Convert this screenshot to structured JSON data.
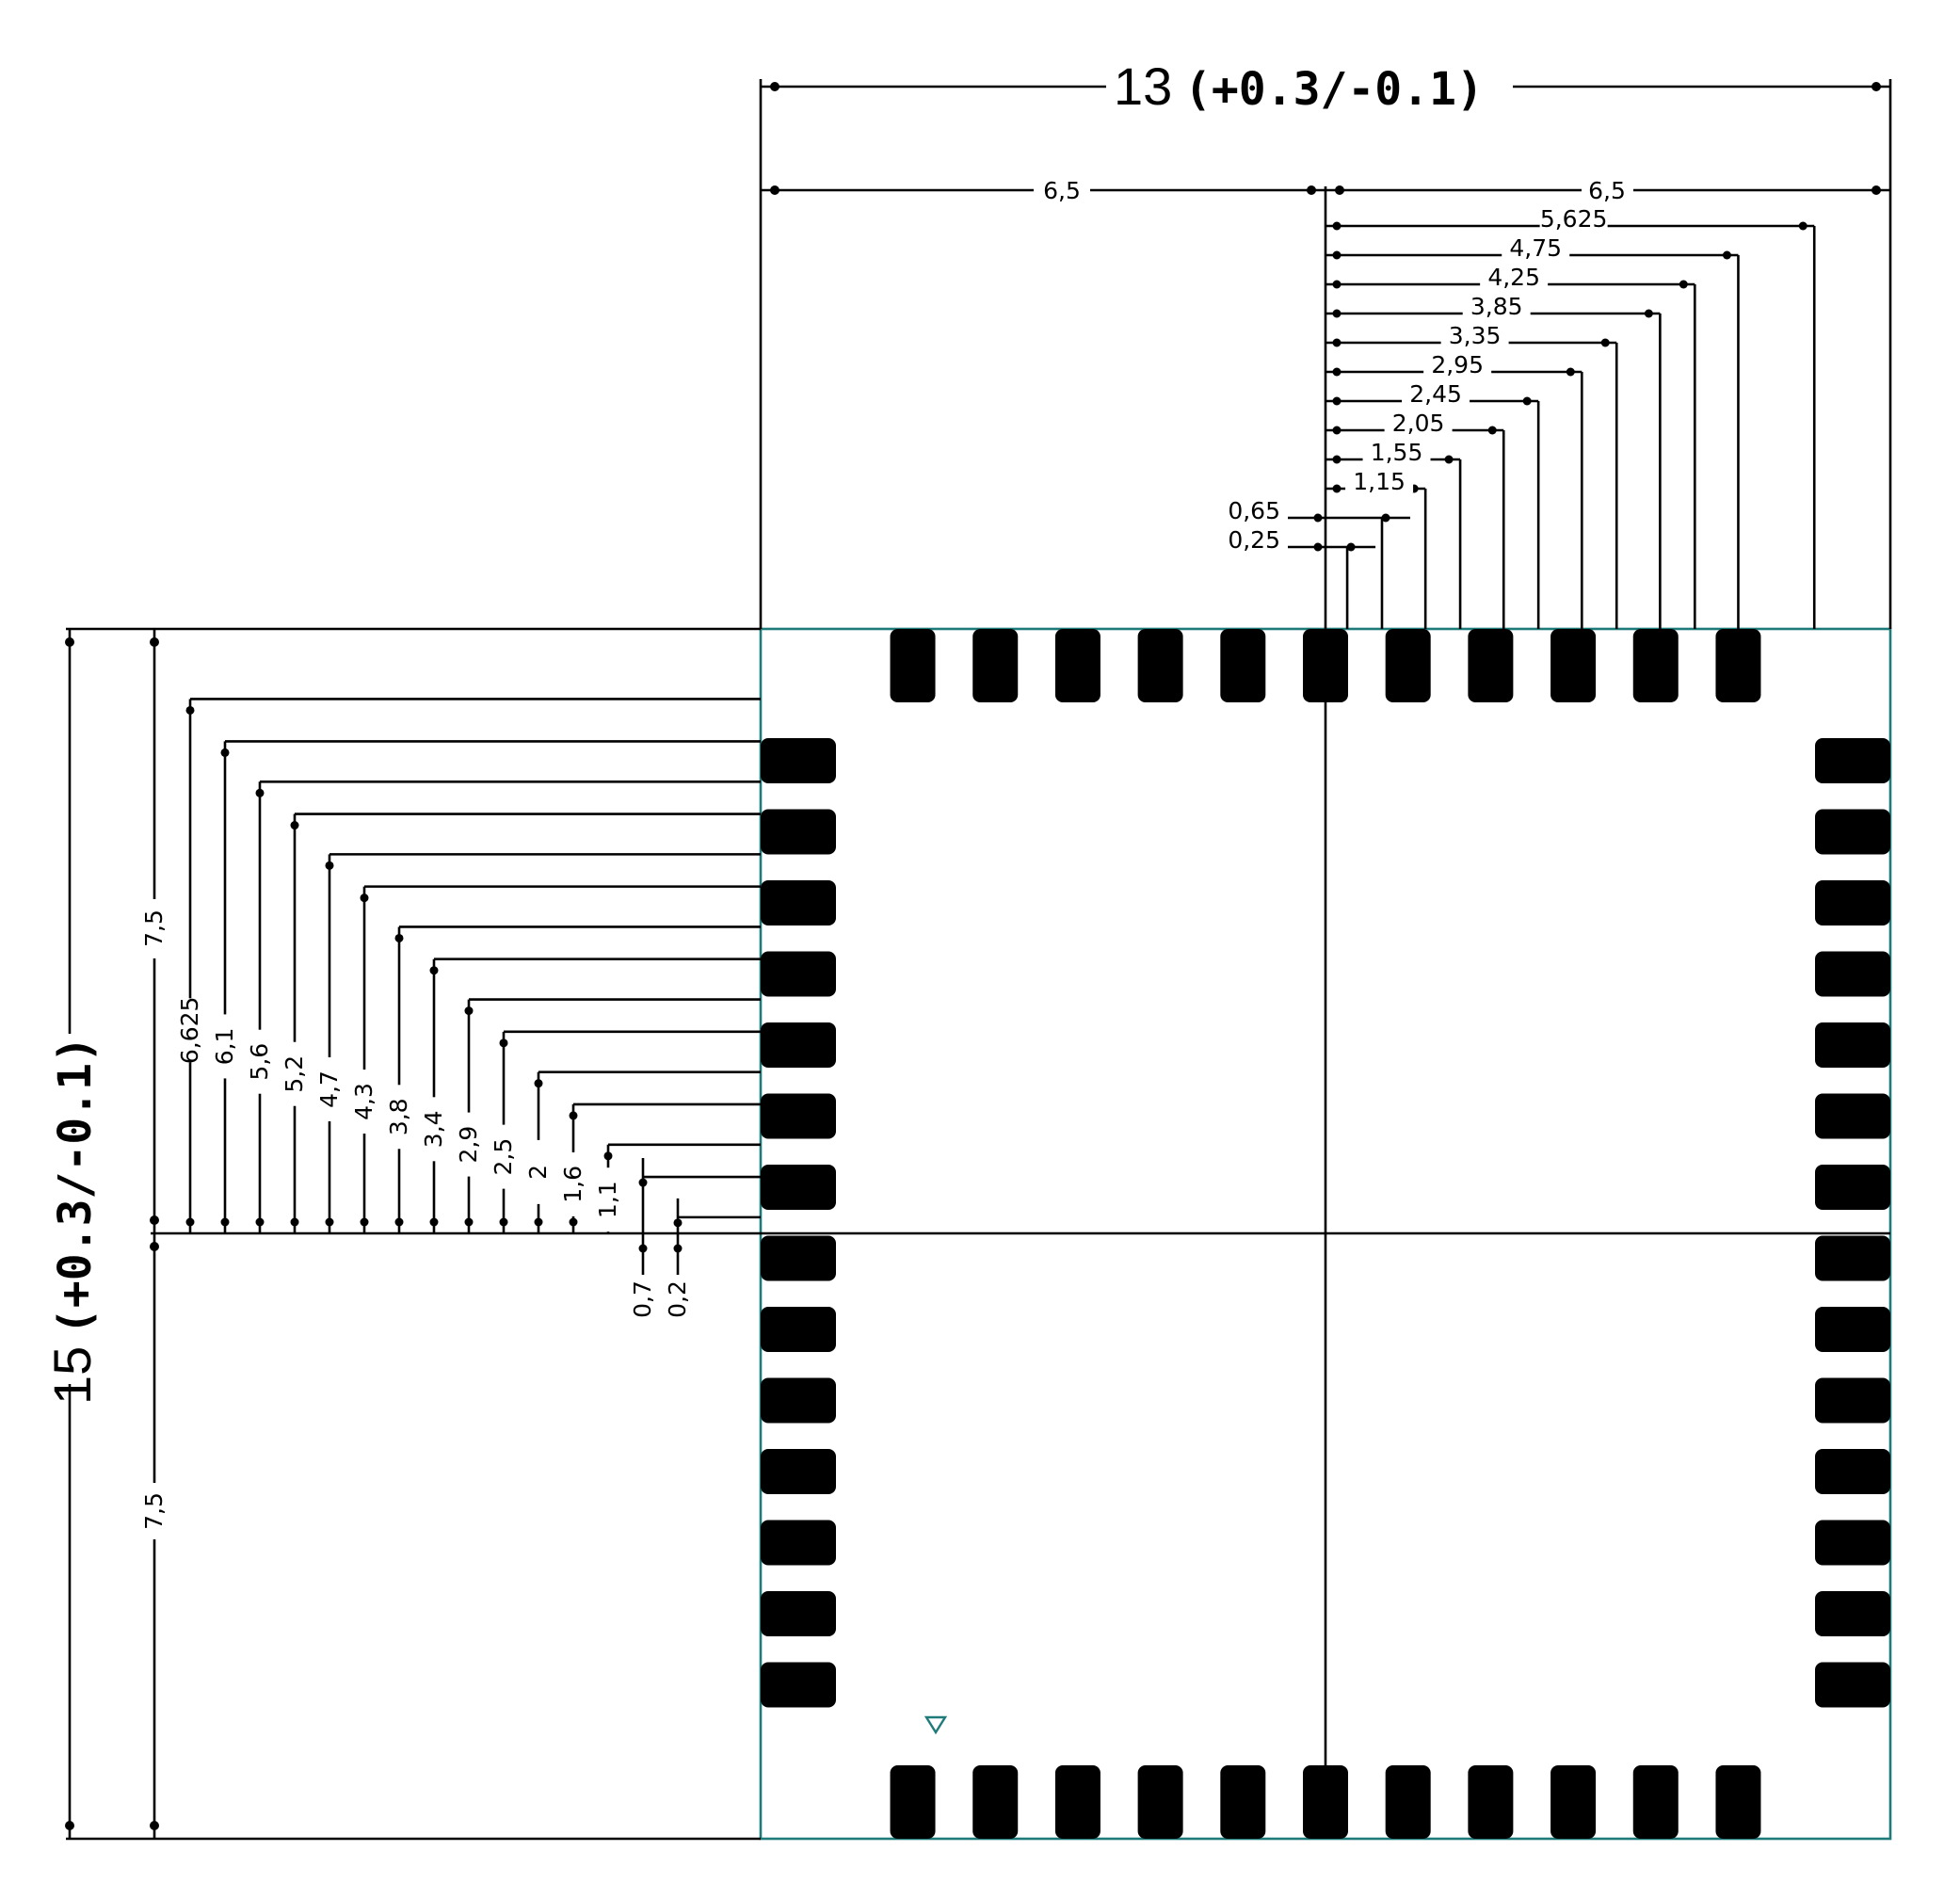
{
  "overall": {
    "width_value": "13",
    "width_tolerance": "(+0.3/-0.1)",
    "height_value": "15",
    "height_tolerance": "(+0.3/-0.1)"
  },
  "top_dims": {
    "half_left": "6,5",
    "half_right": "6,5",
    "offsets": [
      "5,625",
      "4,75",
      "4,25",
      "3,85",
      "3,35",
      "2,95",
      "2,45",
      "2,05",
      "1,55",
      "1,15",
      "0,65",
      "0,25"
    ]
  },
  "left_dims": {
    "half_top": "7,5",
    "half_bottom": "7,5",
    "offsets": [
      "6,625",
      "6,1",
      "5,6",
      "5,2",
      "4,7",
      "4,3",
      "3,8",
      "3,4",
      "2,9",
      "2,5",
      "2",
      "1,6",
      "1,1",
      "0,7",
      "0,2"
    ]
  },
  "pins": {
    "top_count": 11,
    "bottom_count": 11,
    "left_count": 14,
    "right_count": 14
  },
  "pin1_marker": "triangle-marker",
  "colors": {
    "outline": "#1f7a7a",
    "lines": "#000000"
  }
}
